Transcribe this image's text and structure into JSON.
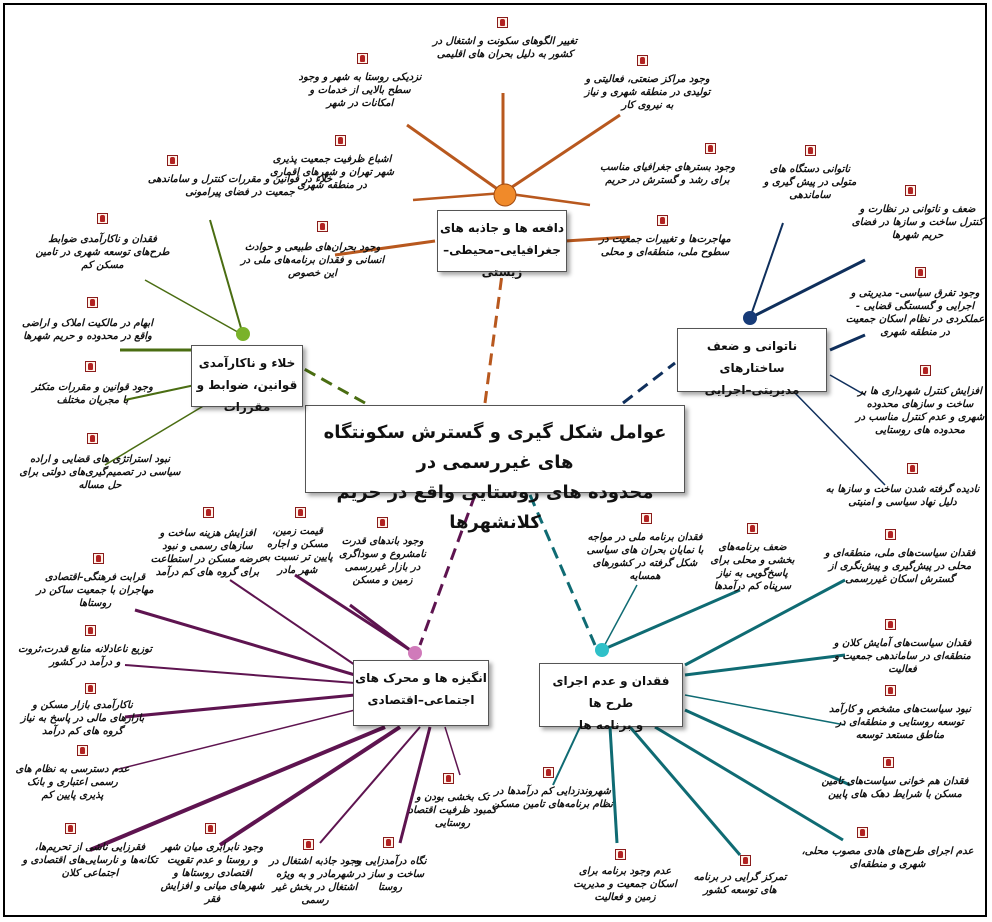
{
  "central": {
    "line1": "عوامل شکل گیری و گسترش سکونتگاه های غیررسمی در",
    "line2": "محدوده های روستایی واقع در حریم کلانشهرها"
  },
  "hubs": {
    "top": {
      "line1": "دافعه ها و جاذبه های",
      "line2": "جغرافیایی–محیطی– زیستی",
      "color": "#b8581e"
    },
    "left": {
      "line1": "خلاء و ناکارآمدی",
      "line2": "قوانین، ضوابط و مقررات",
      "color": "#4a6d12"
    },
    "right": {
      "line1": "ناتوانی و ضعف ساختارهای",
      "line2": "مدیریتی–اجرایی",
      "color": "#0f2f5c"
    },
    "bottom_left": {
      "line1": "انگیزه ها و محرک های",
      "line2": "اجتماعی–اقتصادی",
      "color": "#5e1450"
    },
    "bottom_right": {
      "line1": "فقدان و عدم اجرای طرح ها",
      "line2": "و برنامه ها",
      "color": "#0f6b73"
    }
  },
  "leaves": {
    "t1": "تغییر الگوهای سکونت و اشتغال در کشور به دلیل بحران های اقلیمی",
    "t2": "نزدیکی روستا به شهر و وجود سطح بالایی از خدمات و امکانات در شهر",
    "t3": "وجود مراکز صنعتی، فعالیتی و تولیدی در منطقه شهری و نیاز به نیروی کار",
    "t4": "اشباع ظرفیت جمعیت پذیری شهر تهران و شهرهای اقماری در منطقه شهری",
    "t5": "وجود بسترهای جغرافیای مناسب برای رشد و گسترش در حریم",
    "t6": "وجود بحران‌های طبیعی و حوادث انسانی و فقدان برنامه‌های ملی در این خصوص",
    "t7": "مهاجرت‌ها و تغییرات جمعیت در سطوح ملی، منطقه‌ای و محلی",
    "l1": "خلاء در قوانین و مقررات کنترل و ساماندهی جمعیت در فضای پیرامونی",
    "l2": "فقدان و ناکارآمدی ضوابط طرح‌های توسعه شهری در تامین مسکن کم",
    "l3": "ابهام در مالکیت املاک و اراضی واقع در محدوده و حریم شهرها",
    "l4": "وجود قوانین و مقررات متکثر با مجریان مختلف",
    "l5": "نبود استراتژی های قضایی و اراده سیاسی در تصمیم‌گیری‌های دولتی برای حل مساله",
    "r1": "ناتوانی دستگاه های متولی در پیش گیری و ساماندهی",
    "r2": "ضعف و ناتوانی در نظارت و کنترل ساخت و سازها در فضای حریم شهرها",
    "r3": "وجود تفرق سیاسی- مدیریتی و اجرایی و گسستگی قضایی - عملکردی در نظام اسکان جمعیت در منطقه شهری",
    "r4": "افزایش کنترل شهرداری ها بر ساخت و سازهای محدوده شهری و عدم کنترل مناسب در محدوده های روستایی",
    "r5": "نادیده گرفته شدن ساخت و سازها به دلیل نهاد سیاسی و امنیتی",
    "bl1": "قیمت زمین، مسکن و اجاره پایین تر نسبت به شهر مادر",
    "bl2": "وجود باندهای قدرت نامشروع و سوداگری در بازار غیررسمی زمین و مسکن",
    "bl3": "افزایش هزینه ساخت و سازهای رسمی و نبود عرضه مسکن در استطاعت برای گروه های کم درآمد",
    "bl4": "قرابت فرهنگی-اقتصادی مهاجران با جمعیت ساکن در روستاها",
    "bl5": "توزیع ناعادلانه منابع قدرت،ثروت و درآمد در کشور",
    "bl6": "ناکارآمدی بازار مسکن و بازارهای مالی در پاسخ به نیاز گروه های کم درآمد",
    "bl7": "عدم دسترسی به نظام های رسمی اعتباری و بانک پذیری پایین کم",
    "bl8": "فقرزایی ناشی از تحریم‌ها، تکانه‌ها و نارسایی‌های اقتصادی و اجتماعی کلان",
    "bl9": "وجود نابرابری میان شهر و روستا و عدم تقویت اقتصادی روستاها و شهرهای میانی و افزایش فقر",
    "bl10": "وجود جاذبه اشتغال در شهرمادر و به ویژه اشتغال در بخش غیر رسمی",
    "bl11": "نگاه درآمدزایی به ساخت و ساز در روستا",
    "bl12": "تک بخشی بودن و کمبود ظرفیت اقتصاد روستایی",
    "br1": "فقدان برنامه ملی در مواجه با نمایان بحران های سیاسی شکل گرفته در کشورهای همسایه",
    "br2": "ضعف برنامه‌های بخشی و محلی برای پاسخ‌گویی به نیاز سرپناه کم درآمدها",
    "br3": "فقدان سیاست‌های ملی، منطقه‌ای و محلی در پیش‌گیری و پیش‌نگری از گسترش اسکان غیررسمی",
    "br4": "فقدان سیاست‌های آمایش کلان و منطقه‌ای در ساماندهی جمعیت و فعالیت",
    "br5": "نبود سیاست‌های مشخص و کارآمد توسعه روستایی و منطقه‌ای در مناطق مستعد توسعه",
    "br6": "فقدان هم خوانی سیاست‌های تامین مسکن با شرایط دهک های پایین",
    "br7": "عدم اجرای طرح‌های هادی مصوب محلی، شهری و منطقه‌ای",
    "br8": "تمرکز گرایی در برنامه های توسعه کشور",
    "br9": "عدم وجود برنامه برای اسکان جمعیت و مدیریت زمین و فعالیت",
    "br10": "شهروندزدایی کم درآمدها در نظام برنامه‌های تامین مسکن"
  }
}
